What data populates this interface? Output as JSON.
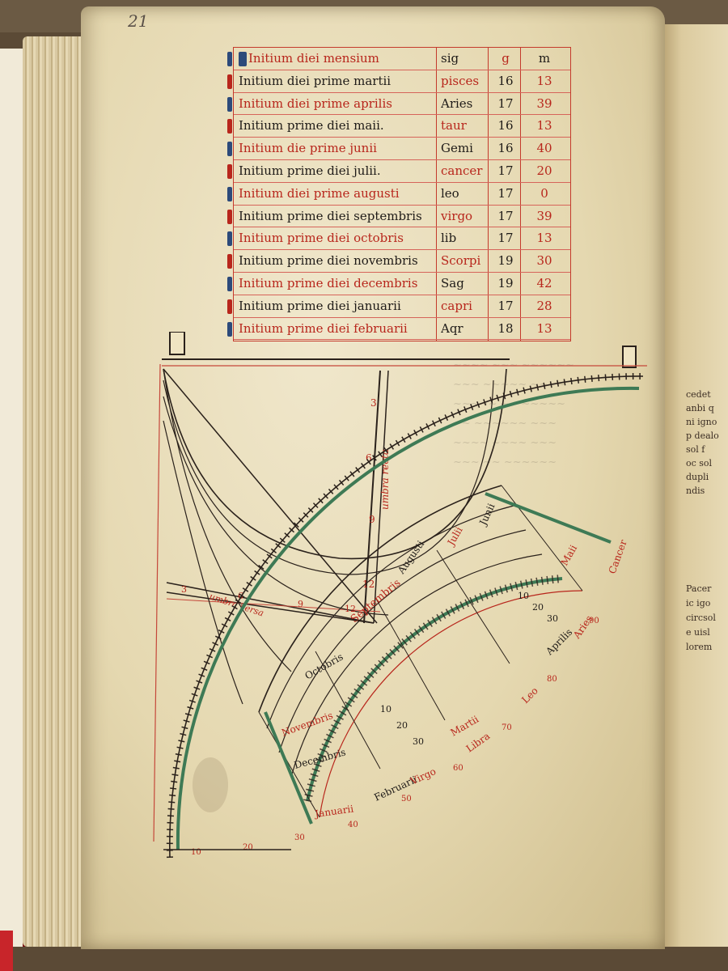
{
  "folio": "21",
  "calendar": {
    "header": {
      "desc": "Initium diei mensium",
      "sign": "sig",
      "deg": "g",
      "min": "m"
    },
    "rows": [
      {
        "desc": "Initium diei prime martii",
        "sign": "pisces",
        "deg": "16",
        "min": "13",
        "tone": "black"
      },
      {
        "desc": "Initium diei prime aprilis",
        "sign": "Aries",
        "deg": "17",
        "min": "39",
        "tone": "red"
      },
      {
        "desc": "Initium prime diei maii.",
        "sign": "taur",
        "deg": "16",
        "min": "13",
        "tone": "black"
      },
      {
        "desc": "Initium die prime junii",
        "sign": "Gemi",
        "deg": "16",
        "min": "40",
        "tone": "red"
      },
      {
        "desc": "Initium prime diei julii.",
        "sign": "cancer",
        "deg": "17",
        "min": "20",
        "tone": "black"
      },
      {
        "desc": "Initium diei prime augusti",
        "sign": "leo",
        "deg": "17",
        "min": "0",
        "tone": "red"
      },
      {
        "desc": "Initium prime diei septembris",
        "sign": "virgo",
        "deg": "17",
        "min": "39",
        "tone": "black"
      },
      {
        "desc": "Initium prime diei octobris",
        "sign": "lib",
        "deg": "17",
        "min": "13",
        "tone": "red"
      },
      {
        "desc": "Initium prime diei novembris",
        "sign": "Scorpi",
        "deg": "19",
        "min": "30",
        "tone": "black"
      },
      {
        "desc": "Initium prime diei decembris",
        "sign": "Sag",
        "deg": "19",
        "min": "42",
        "tone": "red"
      },
      {
        "desc": "Initium prime diei januarii",
        "sign": "capri",
        "deg": "17",
        "min": "28",
        "tone": "black"
      },
      {
        "desc": "Initium prime diei februarii",
        "sign": "Aqr",
        "deg": "18",
        "min": "13",
        "tone": "red"
      }
    ]
  },
  "diagram": {
    "scale_numbers": [
      "3",
      "6",
      "9",
      "12"
    ],
    "umbra_versa": "umbra versa",
    "umbra_recta": "umbra recta",
    "months": [
      "Septembris",
      "Octobris",
      "Novembris",
      "Decembris",
      "Januarii",
      "Februarii",
      "Augusti",
      "Julii",
      "Junii",
      "Maii",
      "Aprilis",
      "Martii"
    ],
    "day_marks": [
      "10",
      "20",
      "30"
    ],
    "zodiac": [
      "Aries",
      "Libra",
      "Cancer",
      "Leo",
      "Virgo"
    ],
    "outer_degrees": [
      "10",
      "20",
      "30",
      "40",
      "50",
      "60",
      "70",
      "80",
      "90"
    ],
    "colors": {
      "red_ink": "#b8261c",
      "black_ink": "#1f1b18",
      "green_ink": "#3e7a55",
      "parchment": "#e9ddb8"
    }
  },
  "margin_right": [
    "cedet",
    "anbi q",
    "ni igno",
    "p dealo",
    "sol f",
    "oc sol",
    "dupli",
    "ndis",
    "Pacer",
    "ic igo",
    "circsol",
    "e uisl",
    "lorem"
  ]
}
